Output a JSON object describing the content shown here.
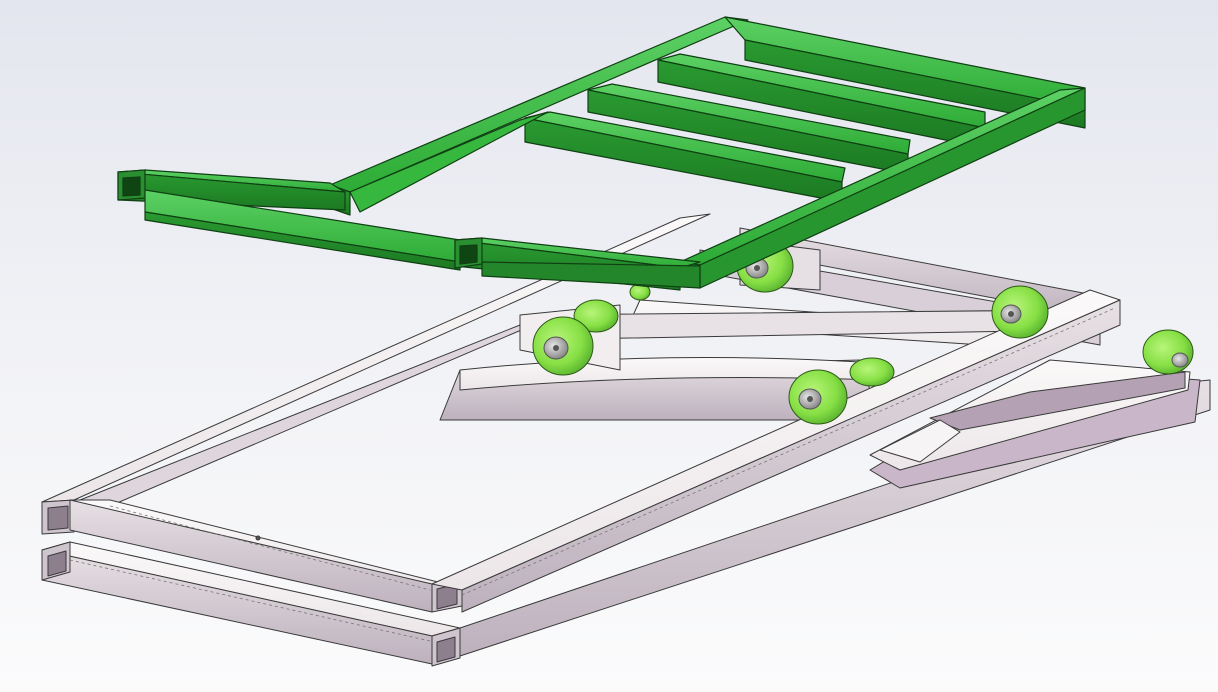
{
  "scene": {
    "colors": {
      "background_top": "#e4e6ef",
      "background_bottom": "#fbfbfc",
      "frame_green": "#2eab36",
      "frame_green_dark": "#1f7f26",
      "frame_green_light": "#5cd164",
      "rail_white": "#f3efef",
      "rail_shadow": "#a89aa8",
      "rail_inner": "#c9bdc9",
      "wheel_green": "#8fe64e",
      "hub_gray": "#9a9a9a",
      "edge": "#3a3a3a"
    },
    "parts": [
      {
        "name": "upper-green-frame",
        "color": "frame_green"
      },
      {
        "name": "middle-white-frame",
        "color": "rail_white"
      },
      {
        "name": "lower-white-frame",
        "color": "rail_white"
      },
      {
        "name": "tow-hitch",
        "color": "rail_white"
      },
      {
        "name": "caster-wheels",
        "color": "wheel_green",
        "count": 8
      }
    ]
  }
}
